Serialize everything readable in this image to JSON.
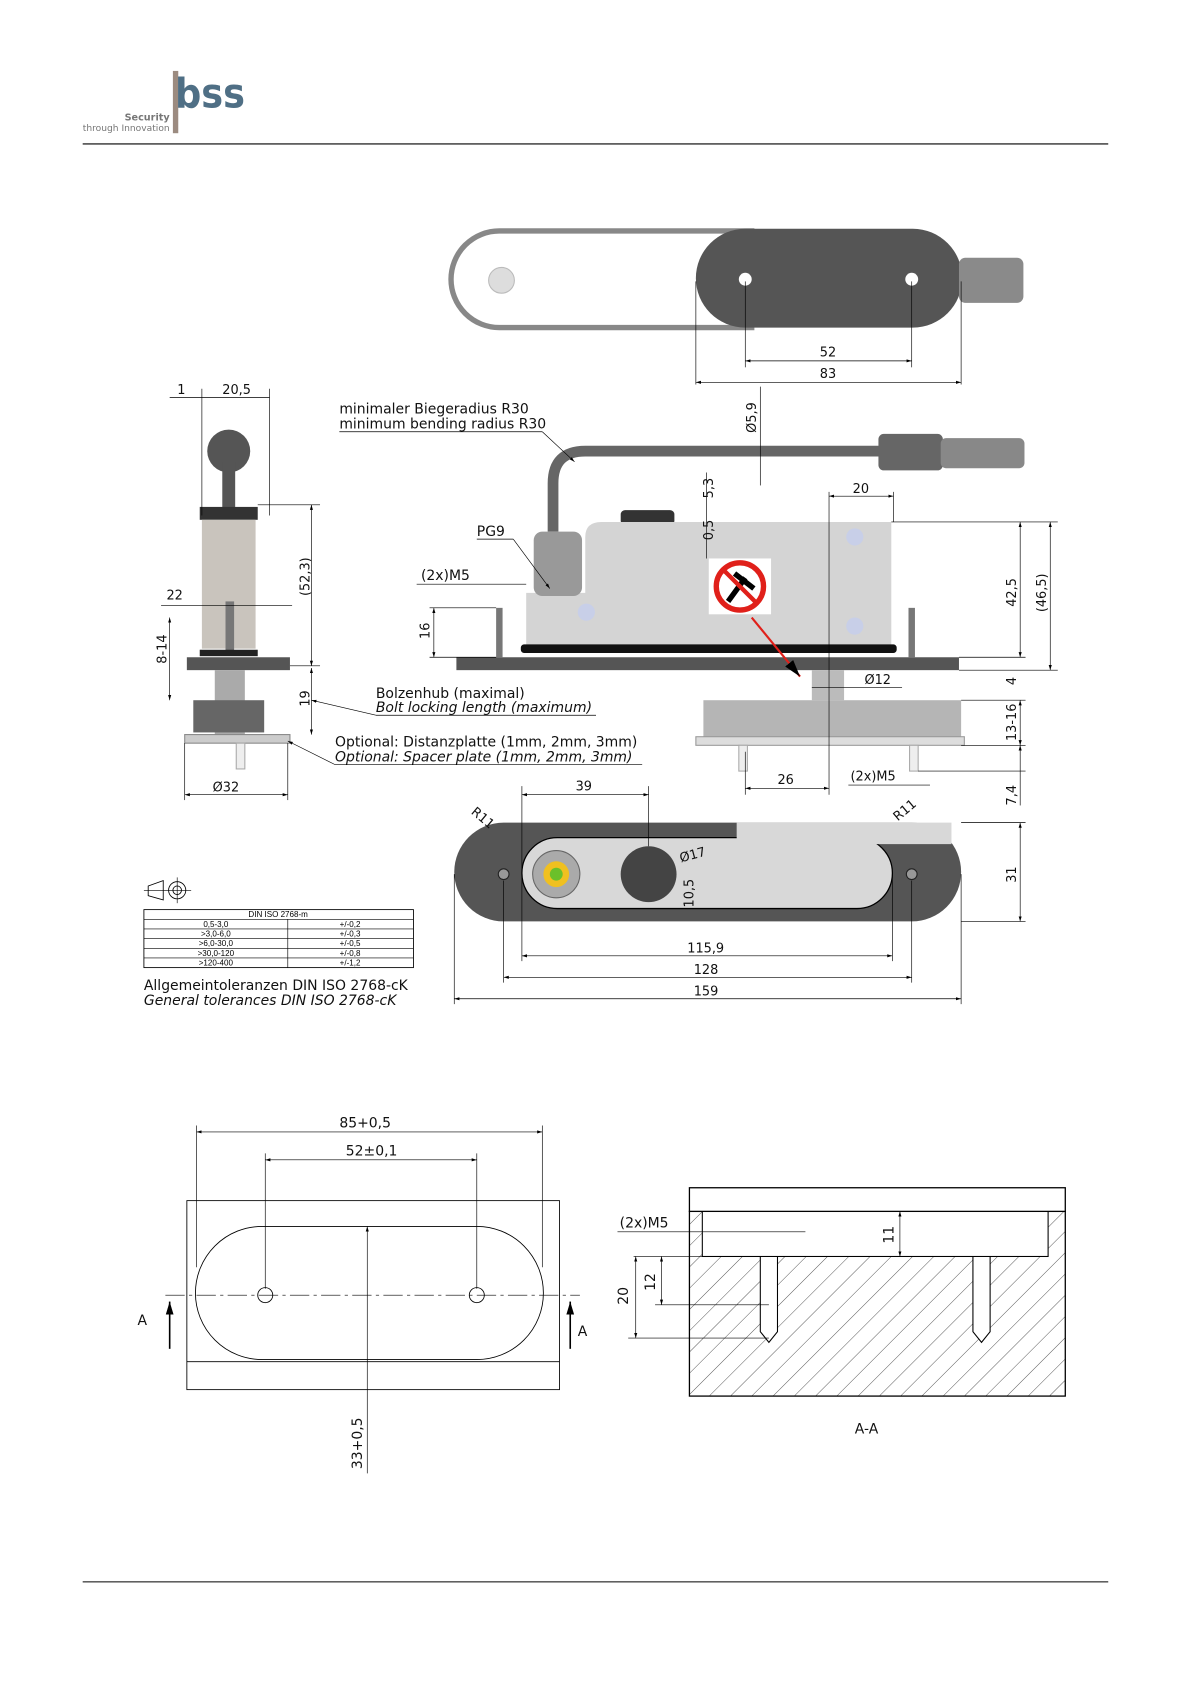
{
  "logo": {
    "brand": "bss",
    "tagline_1": "Security",
    "tagline_2": "through Innovation"
  },
  "colors": {
    "body_dark": "#555555",
    "body_light": "#d8d8d8",
    "cable": "#666666",
    "accent_red": "#e0201a",
    "logo_blue": "#4f6f85",
    "logo_bar": "#9c8b80"
  },
  "top_view": {
    "dim_52": "52",
    "dim_83": "83"
  },
  "side_view": {
    "dim_1": "1",
    "dim_20_5": "20,5",
    "dim_22": "22",
    "dim_52_3": "(52,3)",
    "dim_8_14": "8-14",
    "dim_19": "19",
    "dim_d32": "Ø32"
  },
  "front_view": {
    "bend_de": "minimaler Biegeradius R30",
    "bend_en": "minimum bending radius R30",
    "dim_d5_9": "Ø5,9",
    "pg9": "PG9",
    "m5": "(2x)M5",
    "dim_16": "16",
    "dim_5_3": "5,3",
    "dim_0_5": "0,5",
    "dim_20": "20",
    "dim_42_5": "42,5",
    "dim_46_5": "(46,5)",
    "dim_4": "4",
    "dim_d12": "Ø12",
    "dim_13_16": "13-16",
    "dim_7_4": "7,4",
    "dim_26": "26",
    "m5_bottom": "(2x)M5",
    "bolt_de": "Bolzenhub (maximal)",
    "bolt_en": "Bolt locking length (maximum)",
    "spacer_de": "Optional: Distanzplatte (1mm, 2mm, 3mm)",
    "spacer_en": "Optional: Spacer plate (1mm, 2mm, 3mm)"
  },
  "bottom_view": {
    "dim_39": "39",
    "r11_left": "R11",
    "r11_right": "R11",
    "dim_d17": "Ø17",
    "dim_10_5": "10,5",
    "dim_31": "31",
    "dim_115_9": "115,9",
    "dim_128": "128",
    "dim_159": "159"
  },
  "tolerance": {
    "header": "DIN ISO 2768-m",
    "rows": [
      {
        "range": "0,5-3,0",
        "tol": "+/-0,2"
      },
      {
        "range": ">3,0-6,0",
        "tol": "+/-0,3"
      },
      {
        "range": ">6,0-30,0",
        "tol": "+/-0,5"
      },
      {
        "range": ">30,0-120",
        "tol": "+/-0,8"
      },
      {
        "range": ">120-400",
        "tol": "+/-1,2"
      }
    ],
    "note_de": "Allgemeintoleranzen DIN ISO 2768-cK",
    "note_en": "General tolerances DIN ISO 2768-cK"
  },
  "cutout": {
    "dim_85": "85+0,5",
    "dim_52": "52±0,1",
    "dim_33": "33+0,5",
    "section_left": "A",
    "section_right": "A"
  },
  "section": {
    "m5": "(2x)M5",
    "dim_11": "11",
    "dim_12": "12",
    "dim_20": "20",
    "title": "A-A"
  }
}
